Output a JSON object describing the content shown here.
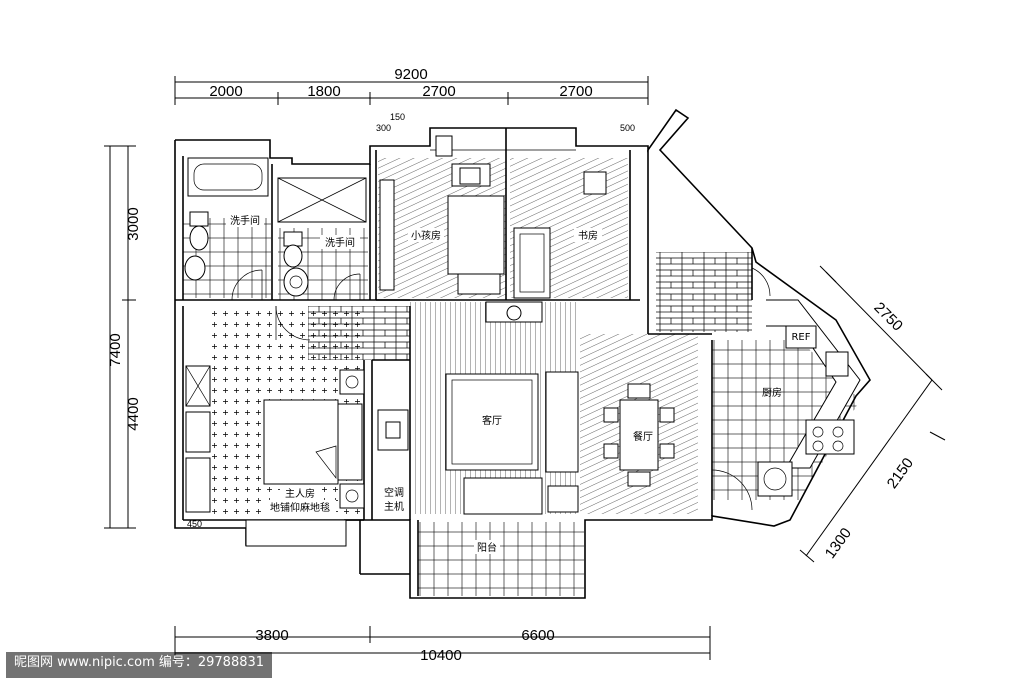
{
  "dimensions": {
    "top_total": "9200",
    "top_segments": [
      "2000",
      "1800",
      "2700",
      "2700"
    ],
    "left_total": "7400",
    "left_segments": [
      "3000",
      "4400"
    ],
    "bottom_total": "10400",
    "bottom_segments": [
      "3800",
      "6600"
    ],
    "right_segments": [
      "2750",
      "2150",
      "1300"
    ],
    "small_notes": [
      "150",
      "300",
      "500",
      "450"
    ]
  },
  "rooms": {
    "bath_1": "洗手间",
    "bath_2": "洗手间",
    "small_bedroom": "小孩房",
    "study": "书房",
    "living_room": "客厅",
    "dining": "餐厅",
    "kitchen": "厨房",
    "fridge": "REF",
    "master_bedroom_line1": "主人房",
    "master_bedroom_line2": "地铺仰麻地毯",
    "ac_line1": "空调",
    "ac_line2": "主机",
    "balcony": "阳台"
  },
  "watermark": "昵图网 www.nipic.com  编号：29788831"
}
